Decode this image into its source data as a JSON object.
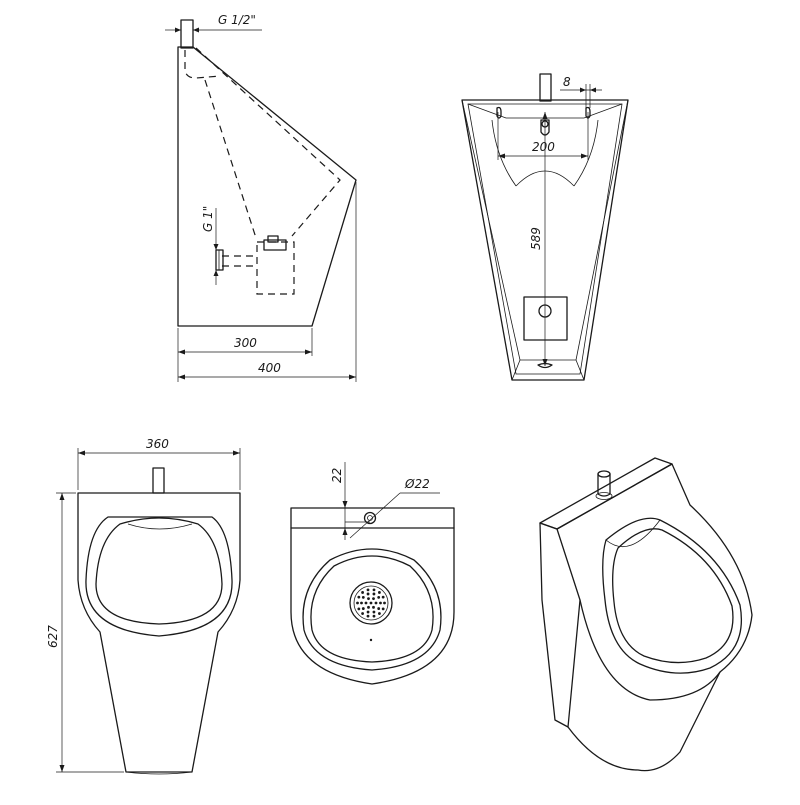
{
  "side_view": {
    "inlet_label": "G 1/2\"",
    "outlet_label": "G 1\"",
    "dim_depth_bowl": "300",
    "dim_depth_total": "400"
  },
  "back_view": {
    "dim_hole_offset": "8",
    "dim_hole_spacing": "200",
    "dim_height": "589"
  },
  "front_view": {
    "dim_width": "360",
    "dim_height": "627"
  },
  "top_view": {
    "dim_setback": "22",
    "dim_diameter": "Ø22"
  }
}
